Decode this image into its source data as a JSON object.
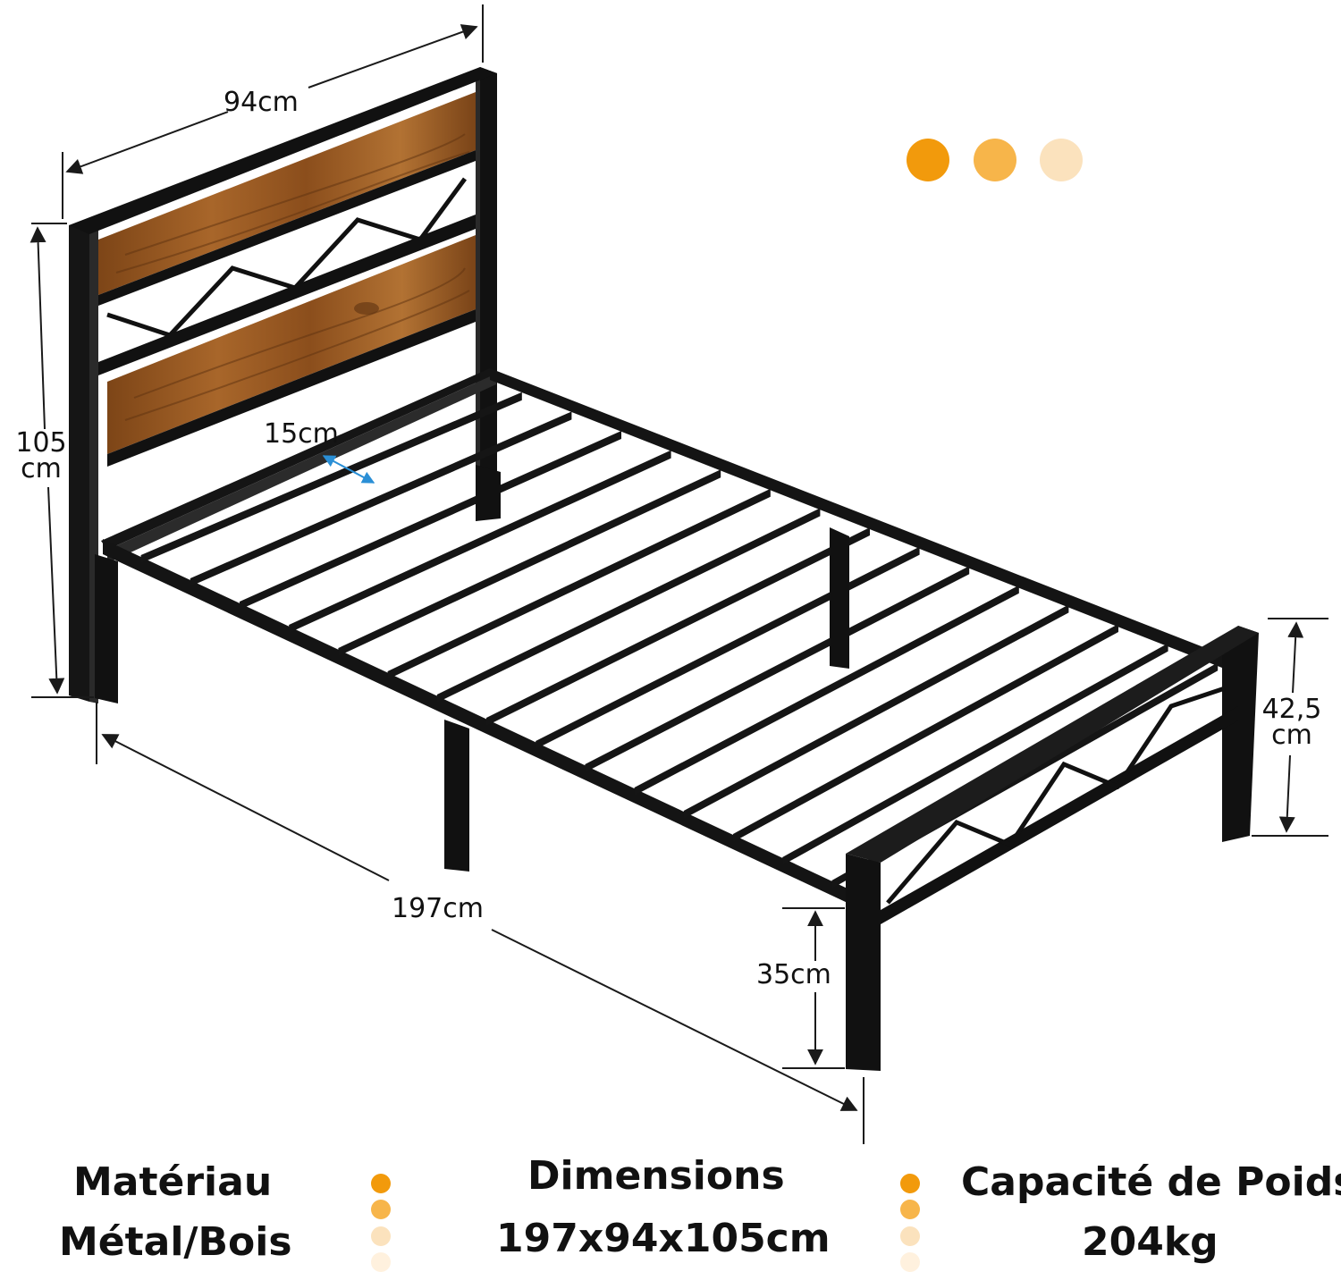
{
  "dimensions": {
    "width": "94cm",
    "height_value": "105",
    "height_unit": "cm",
    "slat_gap": "15cm",
    "length": "197cm",
    "clearance": "35cm",
    "footboard_value": "42,5",
    "footboard_unit": "cm"
  },
  "color_swatches": [
    "#f29a0c",
    "#f7b54a",
    "#fbe2bd"
  ],
  "specs": [
    {
      "title": "Matériau",
      "value": "Métal/Bois"
    },
    {
      "title": "Dimensions",
      "value": "197x94x105cm"
    },
    {
      "title": "Capacité de Poids",
      "value": "204kg"
    }
  ],
  "bullet_colors": [
    "#f29a0c",
    "#f7b54a",
    "#fbe2bd",
    "#fff1de"
  ],
  "colors": {
    "frame": "#111111",
    "wood": "#9a5a22",
    "wood_dark": "#6b3a14",
    "dimension_line": "#1a1a1a",
    "accent_blue": "#2a8fd6"
  }
}
